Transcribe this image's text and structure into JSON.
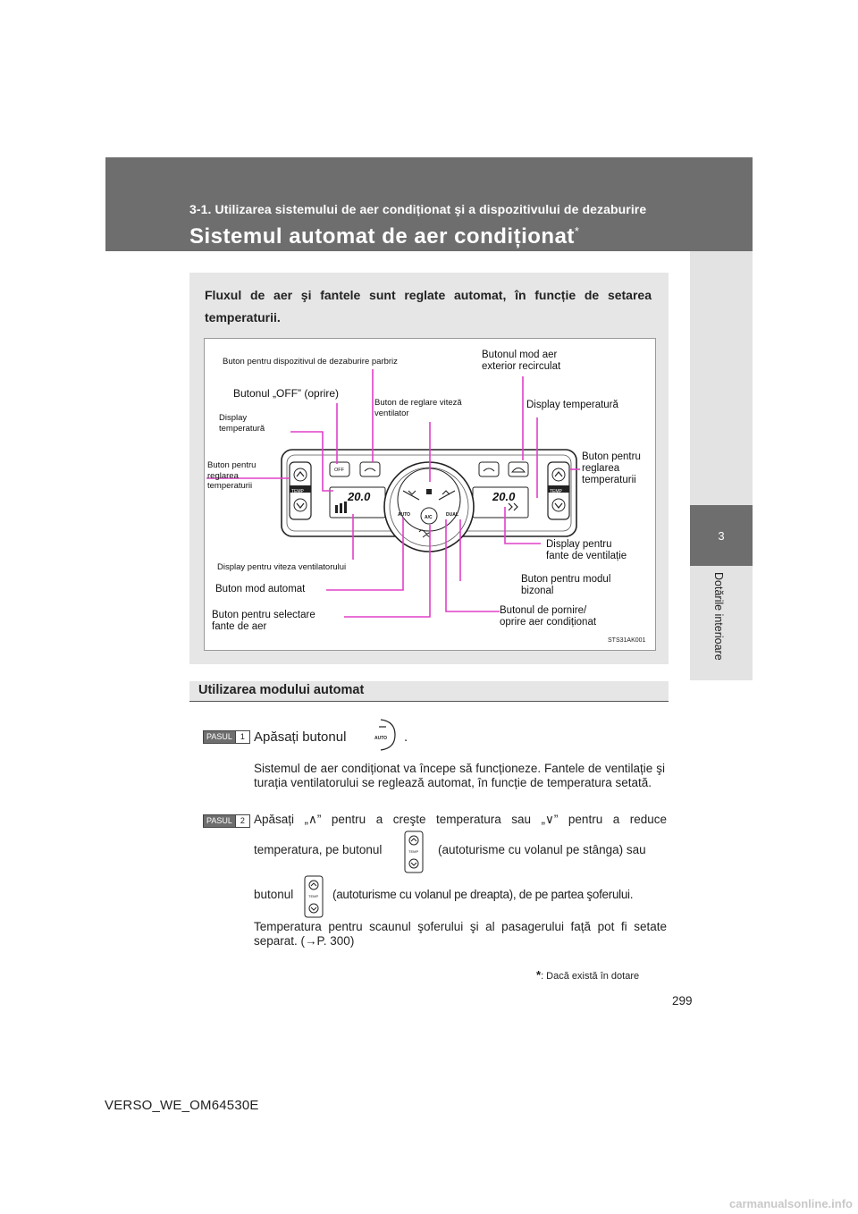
{
  "header": {
    "section": "3-1. Utilizarea sistemului de aer condiționat şi a dispozitivului de dezaburire",
    "title": "Sistemul automat de aer condiționat",
    "title_mark": "*"
  },
  "side_tab": {
    "number": "3",
    "label": "Dotările interioare"
  },
  "intro": "Fluxul de aer şi fantele sunt reglate automat, în funcție de setarea temperaturii.",
  "figure": {
    "code": "STS31AK001",
    "display_left": "20.0",
    "display_right": "20.0",
    "labels": {
      "defroster": "Buton pentru dispozitivul de dezaburire parbriz",
      "recirc": "Butonul mod aer\nexterior recirculat",
      "off_button": "Butonul „OFF” (oprire)",
      "fan_speed": "Buton de reglare viteză\nventilator",
      "temp_display_right": "Display temperatură",
      "temp_display_left": "Display\ntemperatură",
      "temp_adjust_left": "Buton pentru\nreglarea\ntemperaturii",
      "temp_adjust_right": "Buton pentru\nreglarea\ntemperaturii",
      "vent_display": "Display pentru\nfante de ventilație",
      "fan_display": "Display pentru viteza ventilatorului",
      "dual": "Buton pentru modul\nbizonal",
      "auto_mode": "Buton mod automat",
      "ac": "Butonul de pornire/\noprire aer condiționat",
      "vent_select": "Buton pentru selectare\nfante de aer"
    },
    "panel_text": {
      "off": "OFF",
      "temp": "TEMP",
      "auto": "AUTO",
      "ac": "A/C",
      "dual": "DUAL"
    }
  },
  "section": {
    "title": "Utilizarea modului automat"
  },
  "steps": [
    {
      "badge_word": "PASUL",
      "badge_num": "1",
      "line1_before": "Apăsați butonul",
      "line1_after": ".",
      "icon_text": "AUTO",
      "desc": "Sistemul de aer condiționat va începe să funcționeze. Fantele de ventilație şi turația ventilatorului se reglează automat, în funcție de temperatura setată."
    },
    {
      "badge_word": "PASUL",
      "badge_num": "2",
      "line1": "Apăsați „∧” pentru a creşte temperatura sau „∨” pentru a reduce",
      "line2_before": "temperatura, pe butonul",
      "line2_after": "(autoturisme cu volanul pe stânga) sau",
      "line3_before": "butonul",
      "line3_after": "(autoturisme cu volanul pe dreapta), de pe partea şoferului.",
      "icon_text": "TEMP",
      "desc": "Temperatura pentru scaunul şoferului şi al pasagerului față pot fi setate separat. (→P. 300)"
    }
  ],
  "footnote": {
    "mark": "*",
    "text": ": Dacă există în dotare"
  },
  "page_number": "299",
  "doc_id": "VERSO_WE_OM64530E",
  "watermark": "carmanualsonline.info"
}
